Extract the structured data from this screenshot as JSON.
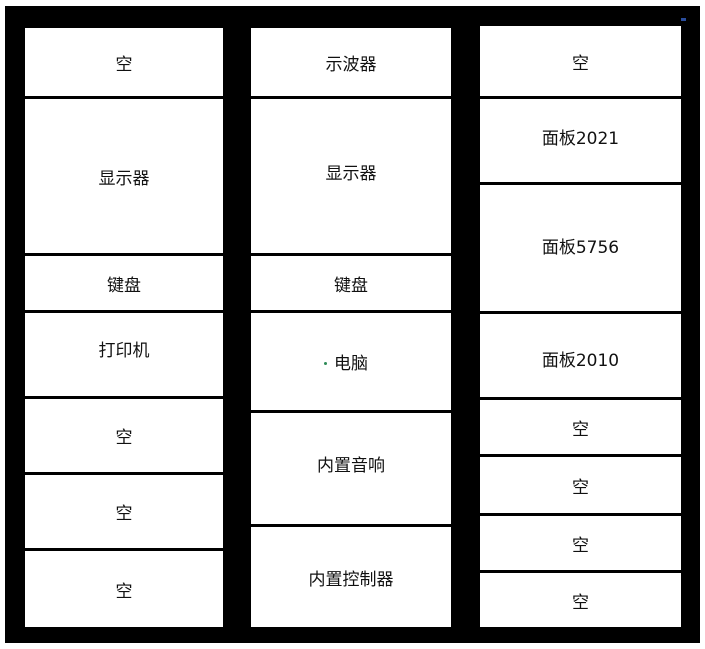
{
  "columns": [
    {
      "cells": [
        {
          "label": "空"
        },
        {
          "label": "显示器"
        },
        {
          "label": "键盘"
        },
        {
          "label": "打印机"
        },
        {
          "label": "空"
        },
        {
          "label": "空"
        },
        {
          "label": "空"
        }
      ]
    },
    {
      "cells": [
        {
          "label": "示波器"
        },
        {
          "label": "显示器"
        },
        {
          "label": "键盘"
        },
        {
          "label": "电脑"
        },
        {
          "label": "内置音响"
        },
        {
          "label": "内置控制器"
        }
      ]
    },
    {
      "cells": [
        {
          "label": "空"
        },
        {
          "label": "面板2021"
        },
        {
          "label": "面板5756"
        },
        {
          "label": "面板2010"
        },
        {
          "label": "空"
        },
        {
          "label": "空"
        },
        {
          "label": "空"
        },
        {
          "label": "空"
        }
      ]
    }
  ],
  "colors": {
    "border": "#000000",
    "background": "#ffffff",
    "dot_accent": "#2e8b57"
  }
}
